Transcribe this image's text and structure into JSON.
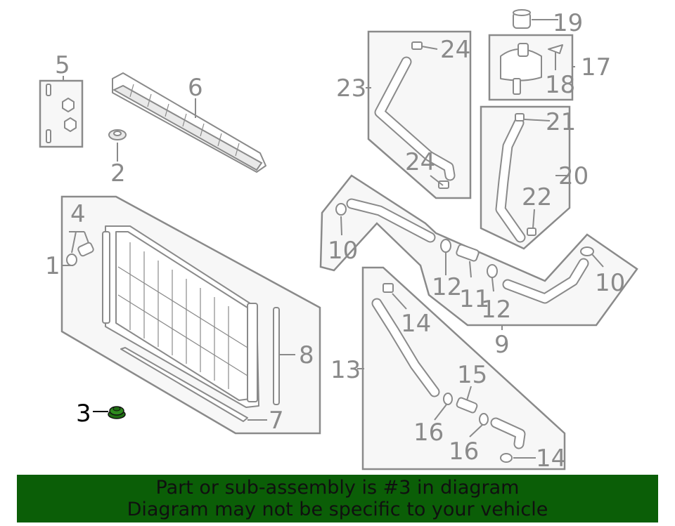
{
  "diagram": {
    "highlight_color": "#2e8b1e",
    "line_color": "#8a8a8a",
    "callouts": {
      "c1": "1",
      "c2": "2",
      "c3": "3",
      "c4": "4",
      "c5": "5",
      "c6": "6",
      "c7": "7",
      "c8": "8",
      "c9": "9",
      "c10a": "10",
      "c10b": "10",
      "c11": "11",
      "c12a": "12",
      "c12b": "12",
      "c13": "13",
      "c14a": "14",
      "c14b": "14",
      "c15": "15",
      "c16a": "16",
      "c16b": "16",
      "c17": "17",
      "c18": "18",
      "c19": "19",
      "c20": "20",
      "c21": "21",
      "c22": "22",
      "c23": "23",
      "c24a": "24",
      "c24b": "24"
    }
  },
  "banner": {
    "background": "#0b5e07",
    "line1": "Part or sub-assembly is #3 in diagram",
    "line2": "Diagram may not be specific to your vehicle"
  }
}
